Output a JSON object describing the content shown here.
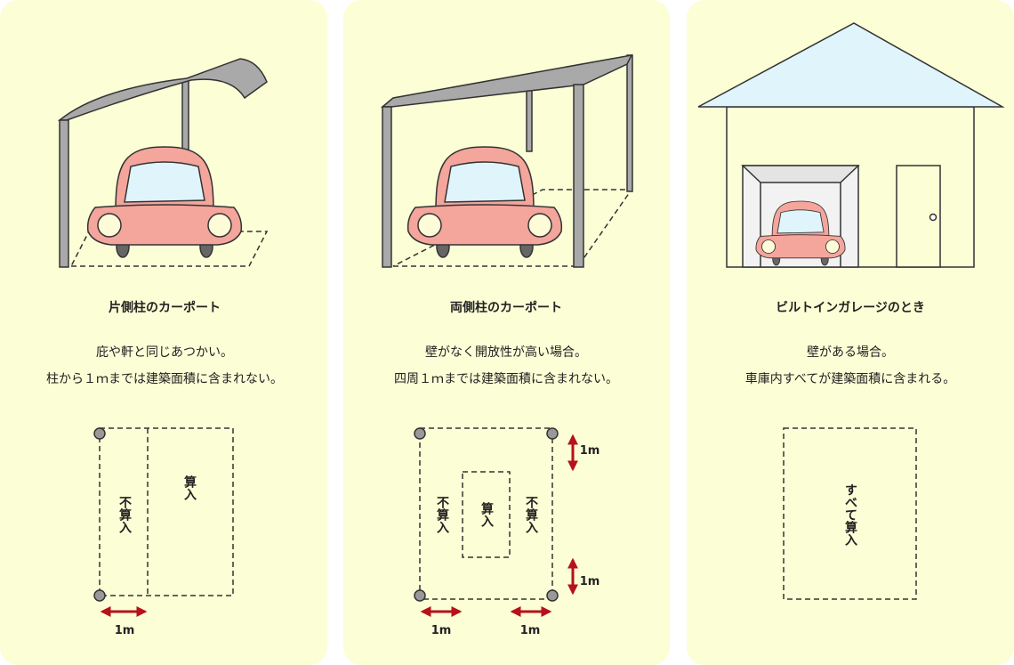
{
  "panels": [
    {
      "title": "片側柱のカーポート",
      "desc_line1": "庇や軒と同じあつかい。",
      "desc_line2": "柱から１ｍまでは建築面積に含まれない。",
      "area_labels": [
        "不算入",
        "算入"
      ],
      "dimension_labels": [
        "1m"
      ]
    },
    {
      "title": "両側柱のカーポート",
      "desc_line1": "壁がなく開放性が高い場合。",
      "desc_line2": "四周１ｍまでは建築面積に含まれない。",
      "area_labels": [
        "不算入",
        "算入",
        "不算入"
      ],
      "dimension_labels": [
        "1m",
        "1m",
        "1m",
        "1m"
      ]
    },
    {
      "title": "ビルトインガレージのとき",
      "desc_line1": "壁がある場合。",
      "desc_line2": "車庫内すべてが建築面積に含まれる。",
      "area_labels": [
        "すべて算入"
      ]
    }
  ],
  "colors": {
    "panel_bg": "#fcfed6",
    "car_body": "#f4a59c",
    "windshield": "#dff4fb",
    "floor": "#fdd3d8",
    "roof": "#a9a9a9",
    "arrow": "#b5121b"
  }
}
